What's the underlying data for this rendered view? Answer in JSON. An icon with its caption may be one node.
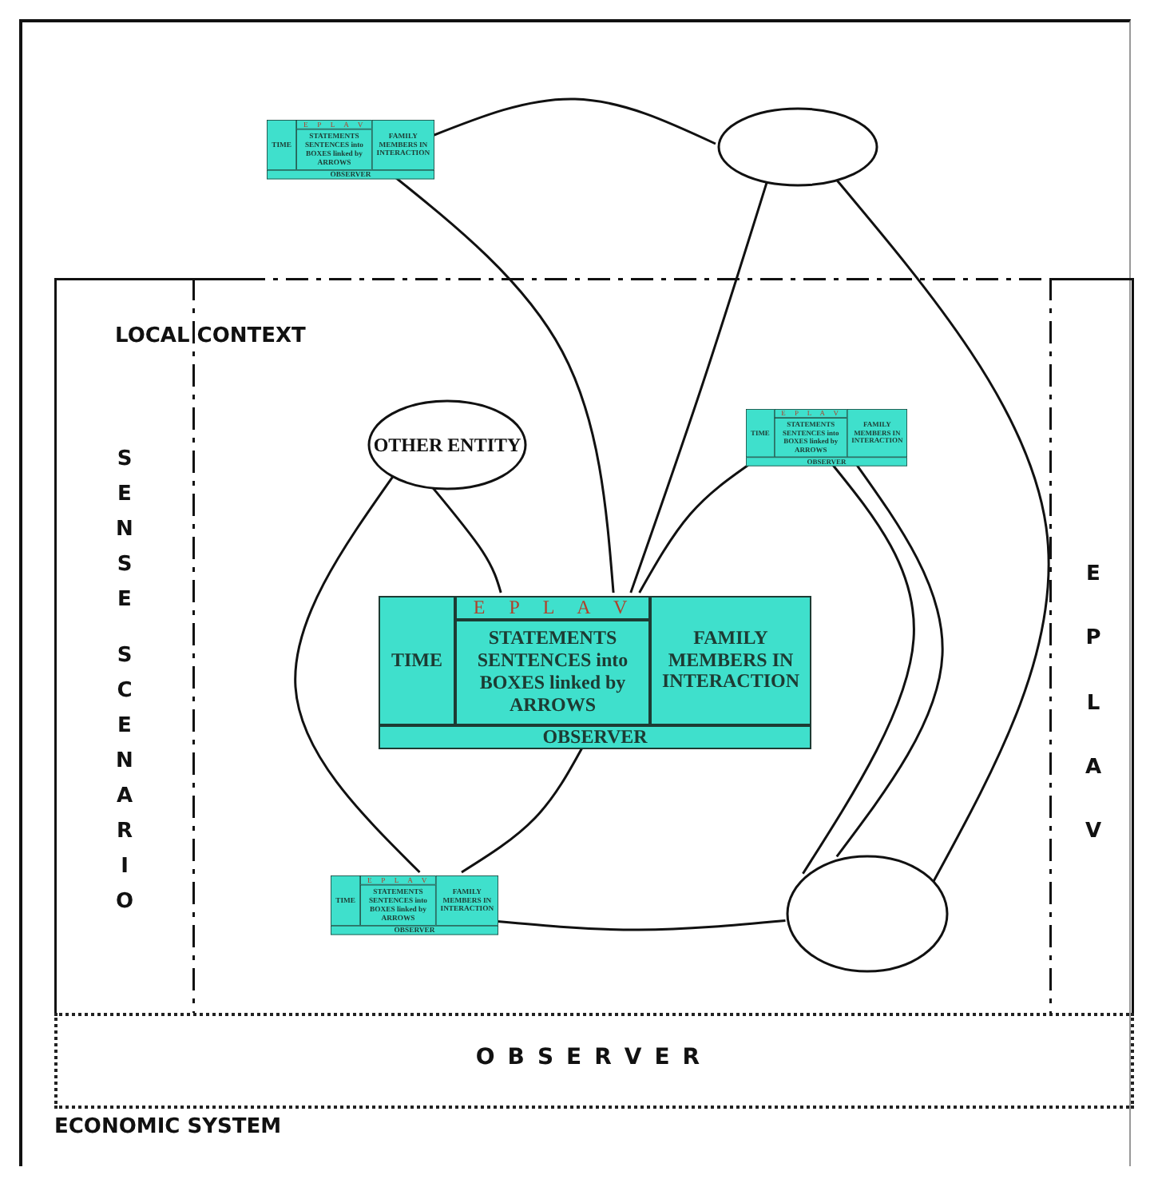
{
  "diagram": {
    "nodes": [
      {
        "text": [
          "ECONOMIC SYSTEM"
        ]
      },
      {
        "text": [
          "LOCAL CONTEXT"
        ],
        "in": 0
      },
      {
        "text": [
          "SENSE SCENARIO"
        ],
        "in": 1
      },
      {
        "text": [
          "E P L A V"
        ],
        "in": 1
      },
      {
        "text": [
          "OBSERVER"
        ],
        "in": 0
      },
      {
        "text": [
          "TIME",
          "E P L A V",
          "STATEMENTS SENTENCES into BOXES linked by ARROWS",
          "FAMILY MEMBERS IN INTERACTION",
          "OBSERVER"
        ],
        "in": 0
      },
      {
        "text": [],
        "shape": "ellipse",
        "in": 0
      },
      {
        "text": [
          "OTHER ENTITY"
        ],
        "in": 1
      },
      {
        "text": [
          "TIME",
          "E P L A V",
          "STATEMENTS SENTENCES into BOXES linked by ARROWS",
          "FAMILY MEMBERS IN INTERACTION",
          "OBSERVER"
        ],
        "in": 1
      },
      {
        "text": [
          "TIME",
          "E P L A V",
          "STATEMENTS SENTENCES into BOXES linked by ARROWS",
          "FAMILY MEMBERS IN INTERACTION",
          "OBSERVER"
        ],
        "in": 1
      },
      {
        "text": [
          "TIME",
          "E P L A V",
          "STATEMENTS SENTENCES into BOXES linked by ARROWS",
          "FAMILY MEMBERS IN INTERACTION",
          "OBSERVER"
        ],
        "in": 1
      },
      {
        "text": [],
        "shape": "ellipse",
        "in": 1
      }
    ],
    "edges": [
      {
        "from": 5,
        "to": 6,
        "arrow": "none"
      },
      {
        "from": 5,
        "to": 9,
        "arrow": "none"
      },
      {
        "from": 6,
        "to": 9,
        "arrow": "none"
      },
      {
        "from": 6,
        "to": 11,
        "arrow": "none"
      },
      {
        "from": 7,
        "to": 9,
        "arrow": "none"
      },
      {
        "from": 7,
        "to": 10,
        "arrow": "none"
      },
      {
        "from": 8,
        "to": 9,
        "arrow": "none"
      },
      {
        "from": 8,
        "to": 11,
        "arrow": "none"
      },
      {
        "from": 8,
        "to": 11,
        "arrow": "none"
      },
      {
        "from": 9,
        "to": 10,
        "arrow": "none"
      },
      {
        "from": 10,
        "to": 11,
        "arrow": "none"
      }
    ]
  }
}
